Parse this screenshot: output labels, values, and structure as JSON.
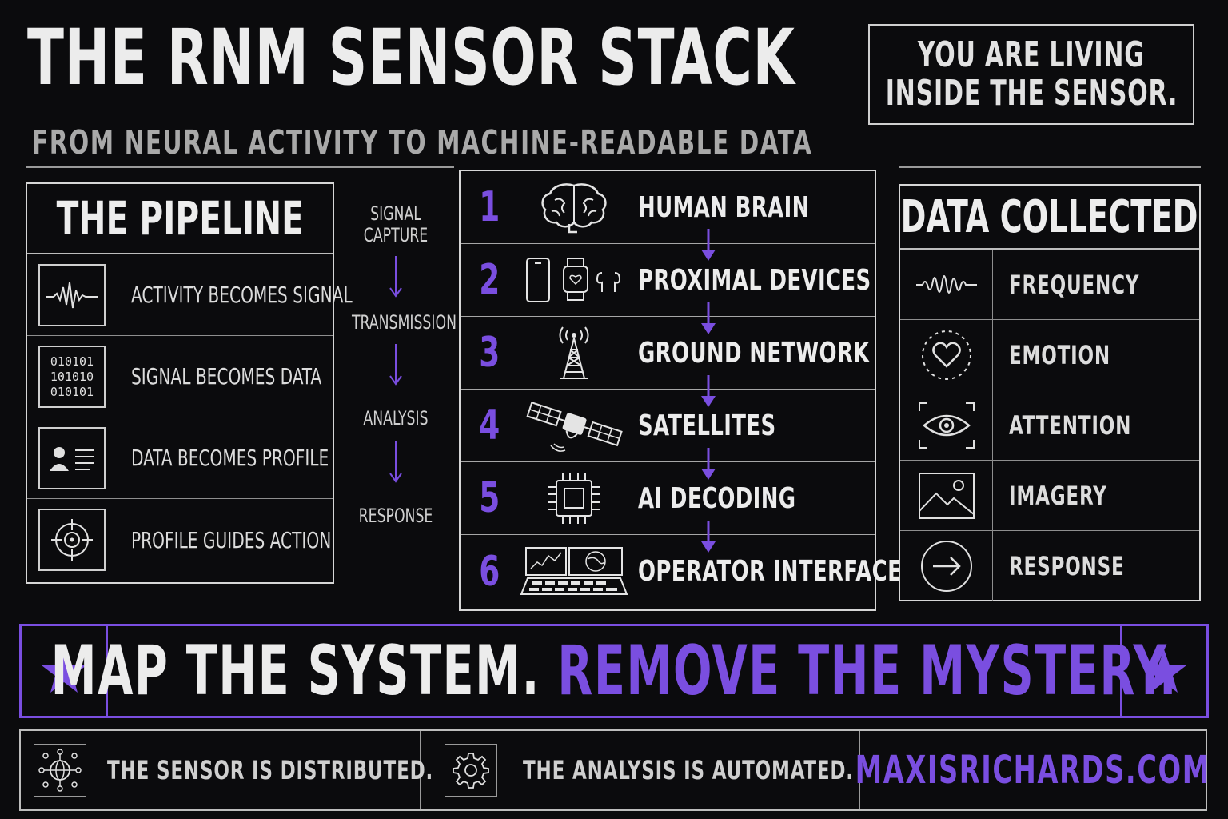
{
  "header": {
    "title": "THE RNM SENSOR STACK",
    "subtitle": "FROM NEURAL ACTIVITY TO MACHINE-READABLE DATA",
    "tagline_line1": "YOU ARE LIVING",
    "tagline_line2": "INSIDE THE SENSOR."
  },
  "pipeline": {
    "title": "THE PIPELINE",
    "items": [
      {
        "label": "ACTIVITY BECOMES SIGNAL",
        "icon": "waveform-icon"
      },
      {
        "label": "SIGNAL BECOMES DATA",
        "icon": "binary-icon",
        "binary": [
          "010101",
          "101010",
          "010101"
        ]
      },
      {
        "label": "DATA BECOMES PROFILE",
        "icon": "profile-card-icon"
      },
      {
        "label": "PROFILE GUIDES ACTION",
        "icon": "crosshair-icon"
      }
    ]
  },
  "flow": {
    "steps": [
      "SIGNAL",
      "CAPTURE",
      "TRANSMISSION",
      "ANALYSIS",
      "RESPONSE"
    ]
  },
  "stack": {
    "layers": [
      {
        "num": "1",
        "label": "HUMAN BRAIN",
        "icon": "brain-icon"
      },
      {
        "num": "2",
        "label": "PROXIMAL DEVICES",
        "icon": "devices-icon"
      },
      {
        "num": "3",
        "label": "GROUND NETWORK",
        "icon": "cell-tower-icon"
      },
      {
        "num": "4",
        "label": "SATELLITES",
        "icon": "satellite-icon"
      },
      {
        "num": "5",
        "label": "AI DECODING",
        "icon": "chip-icon"
      },
      {
        "num": "6",
        "label": "OPERATOR INTERFACE",
        "icon": "console-icon"
      }
    ]
  },
  "collected": {
    "title": "DATA COLLECTED",
    "items": [
      {
        "label": "FREQUENCY",
        "icon": "frequency-icon"
      },
      {
        "label": "EMOTION",
        "icon": "heart-icon"
      },
      {
        "label": "ATTENTION",
        "icon": "eye-icon"
      },
      {
        "label": "IMAGERY",
        "icon": "image-icon"
      },
      {
        "label": "RESPONSE",
        "icon": "arrow-right-icon"
      }
    ]
  },
  "banner": {
    "part1": "MAP THE SYSTEM.",
    "part2": "REMOVE THE MYSTERY."
  },
  "footer": {
    "item1": "THE SENSOR IS DISTRIBUTED.",
    "item2": "THE ANALYSIS IS AUTOMATED.",
    "site": "MAXISRICHARDS.COM"
  },
  "colors": {
    "accent": "#7a4ee0",
    "background": "#0b0b0d",
    "text": "#e6e6e6"
  }
}
